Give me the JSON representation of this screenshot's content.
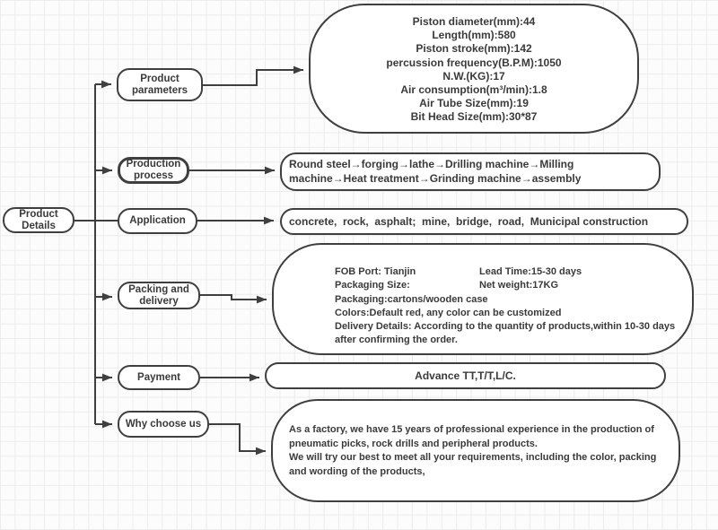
{
  "colors": {
    "stroke": "#3f3f3f",
    "text": "#3a3a3a",
    "node_fill": "#ffffff",
    "grid_line": "#ececec",
    "background": "#fcfcfc"
  },
  "root": {
    "label": "Product Details"
  },
  "branches": {
    "parameters": {
      "label": "Product parameters"
    },
    "production": {
      "label": "Production process"
    },
    "application": {
      "label": "Application"
    },
    "packing": {
      "label": "Packing and delivery"
    },
    "payment": {
      "label": "Payment"
    },
    "why": {
      "label": "Why choose us"
    }
  },
  "content": {
    "parameters": {
      "lines": [
        "Piston diameter(mm):44",
        "Length(mm):580",
        "Piston stroke(mm):142",
        "percussion frequency(B.P.M):1050",
        "N.W.(KG):17",
        "Air consumption(m³/min):1.8",
        "Air Tube Size(mm):19",
        "Bit Head Size(mm):30*87"
      ]
    },
    "production": {
      "text": "Round steel→forging→lathe→Drilling machine→Milling machine→Heat treatment→Grinding machine→assembly"
    },
    "application": {
      "text": "concrete,  rock,  asphalt;  mine,  bridge,  road,  Municipal construction"
    },
    "packing": {
      "rows": [
        [
          "FOB Port: Tianjin",
          "Lead Time:15-30 days"
        ],
        [
          "Packaging Size:",
          "Net weight:17KG"
        ]
      ],
      "lines": [
        "Packaging:cartons/wooden case",
        "Colors:Default red, any color can be customized",
        "Delivery Details: According to the quantity of products,within 10-30 days after confirming the order."
      ]
    },
    "payment": {
      "text": "Advance TT,T/T,L/C."
    },
    "why": {
      "lines": [
        "As a factory, we have 15 years of professional experience in the production of pneumatic picks, rock drills and peripheral products.",
        "We will try our best to meet all your requirements, including the color, packing and wording of the products,"
      ]
    }
  }
}
